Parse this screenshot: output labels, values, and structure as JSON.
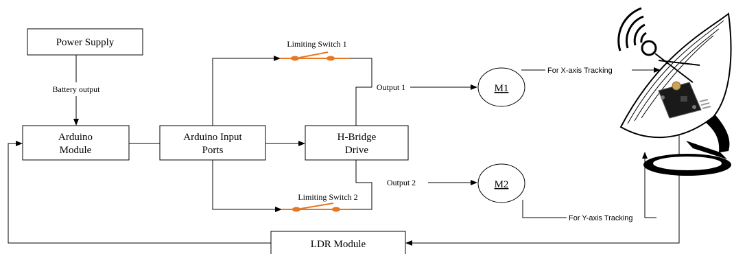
{
  "diagram": {
    "blocks": {
      "power_supply": "Power Supply",
      "arduino_module_line1": "Arduino",
      "arduino_module_line2": "Module",
      "input_ports_line1": "Arduino Input",
      "input_ports_line2": "Ports",
      "hbridge_line1": "H-Bridge",
      "hbridge_line2": "Drive",
      "ldr_module": "LDR Module",
      "motor1": "M1",
      "motor2": "M2"
    },
    "labels": {
      "battery_output": "Battery output",
      "limiting_switch_1": "Limiting Switch 1",
      "limiting_switch_2": "Limiting Switch 2",
      "output_1": "Output 1",
      "output_2": "Output 2",
      "x_axis_tracking": "For X-axis Tracking",
      "y_axis_tracking": "For Y-axis Tracking"
    },
    "colors": {
      "switch": "#e87722",
      "line": "#000000",
      "dish_fill": "#ffffff",
      "stand": "#000000",
      "sensor_board": "#1a1a1a"
    }
  }
}
